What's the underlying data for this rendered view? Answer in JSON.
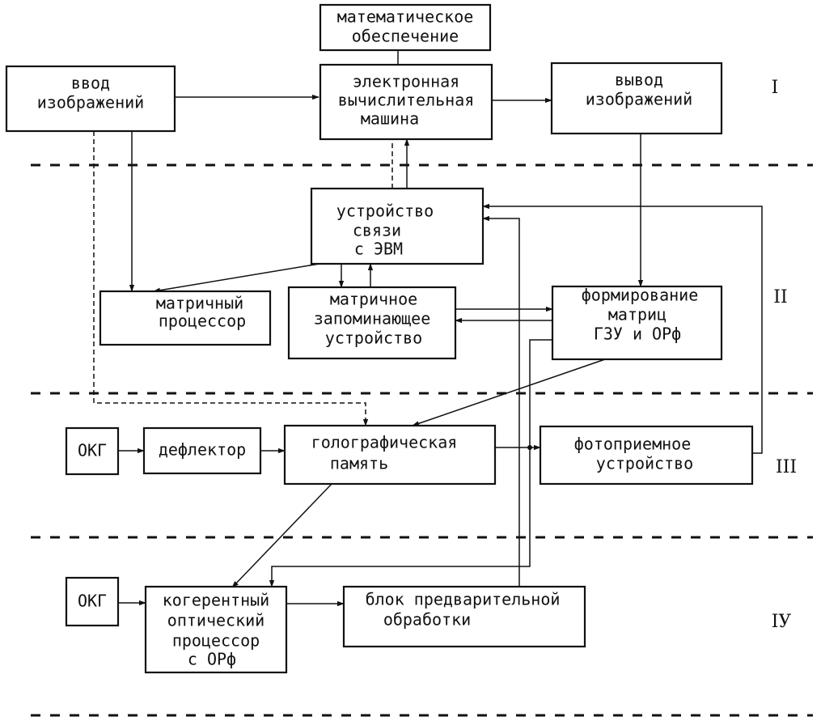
{
  "blocks": {
    "math_software": [
      "математическое",
      "обеспечение"
    ],
    "image_input": [
      "ввод",
      "изображений"
    ],
    "computer": [
      "электронная",
      "вычислительная",
      "машина"
    ],
    "image_output": [
      "вывод",
      "изображений"
    ],
    "interface": [
      "устройство",
      "связи",
      "с ЭВМ"
    ],
    "matrix_processor": [
      "матричный",
      "процессор"
    ],
    "matrix_memory": [
      "матричное",
      "запоминающее",
      "устройство"
    ],
    "matrix_forming": [
      "формирование",
      "матриц",
      "ГЗУ и ОРф"
    ],
    "laser_1": [
      "ОКГ"
    ],
    "deflector": [
      "дефлектор"
    ],
    "holographic_memory": [
      "голографическая",
      "память"
    ],
    "photodetector": [
      "фотоприемное",
      "устройство"
    ],
    "laser_2": [
      "ОКГ"
    ],
    "coherent_processor": [
      "когерентный",
      "оптический",
      "процессор",
      "с ОРф"
    ],
    "preprocessing": [
      "блок предварительной",
      "обработки"
    ]
  },
  "levels": {
    "level_1": "I",
    "level_2": "II",
    "level_3": "III",
    "level_4": "IУ"
  }
}
